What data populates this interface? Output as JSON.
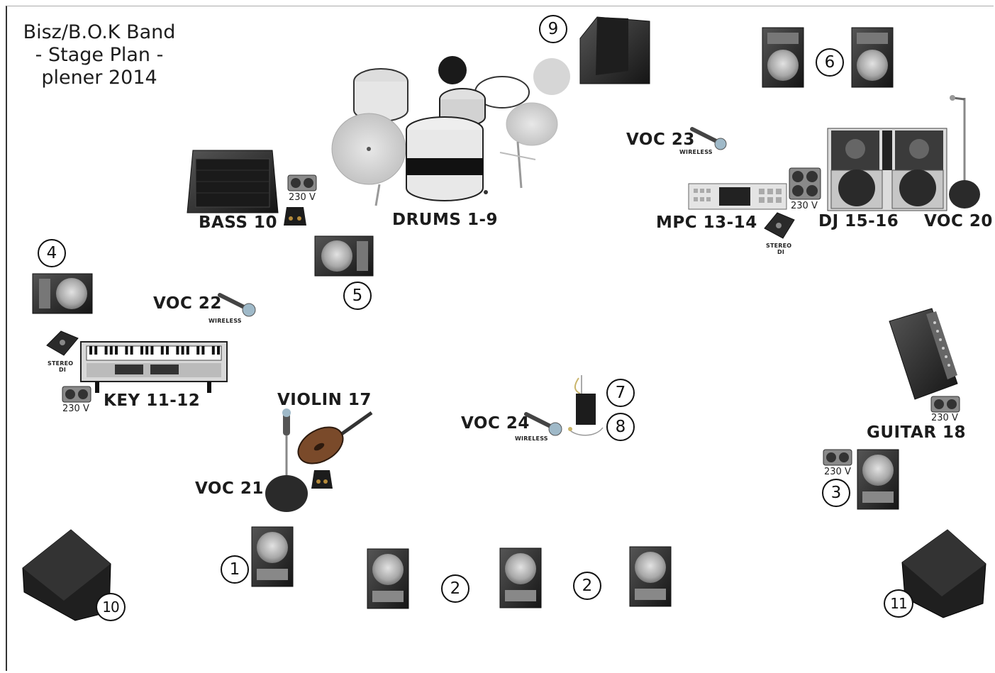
{
  "title": {
    "line1": "Bisz/B.O.K Band",
    "line2": "- Stage Plan -",
    "line3": "plener 2014"
  },
  "labels": {
    "bass": "BASS 10",
    "drums": "DRUMS 1-9",
    "voc23": "VOC 23",
    "mpc": "MPC 13-14",
    "dj": "DJ 15-16",
    "voc20": "VOC 20",
    "voc22": "VOC 22",
    "key": "KEY 11-12",
    "violin": "VIOLIN 17",
    "voc24": "VOC 24",
    "voc21": "VOC 21",
    "guitar": "GUITAR 18"
  },
  "small": {
    "wireless": "WIRELESS",
    "stereo": "STEREO",
    "di": "DI",
    "power": "230 V"
  },
  "monitors": {
    "m1": "1",
    "m2a": "2",
    "m2b": "2",
    "m3": "3",
    "m4": "4",
    "m5": "5",
    "m6": "6",
    "m7": "7",
    "m8": "8",
    "m9": "9",
    "m10": "10",
    "m11": "11"
  },
  "colors": {
    "ink": "#1c1c1c",
    "speaker_body": "#2e2e2e",
    "cone": "#b5b5b5",
    "cymbal": "#cfcfcf",
    "mic_head": "#9fb9c8"
  }
}
